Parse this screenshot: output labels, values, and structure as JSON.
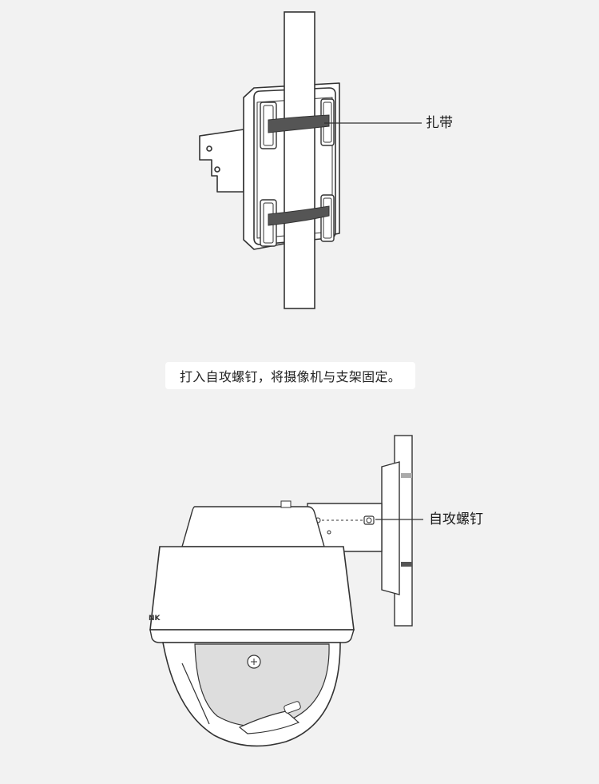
{
  "labels": {
    "strap": "扎带",
    "screw": "自攻螺钉"
  },
  "caption": {
    "text": "打入自攻螺钉，将摄像机与支架固定。"
  },
  "camera": {
    "logo": "NK"
  },
  "colors": {
    "background": "#f2f2f2",
    "line": "#333333",
    "fill": "#ffffff",
    "strap": "#555555",
    "caption_bg": "#ffffff"
  }
}
